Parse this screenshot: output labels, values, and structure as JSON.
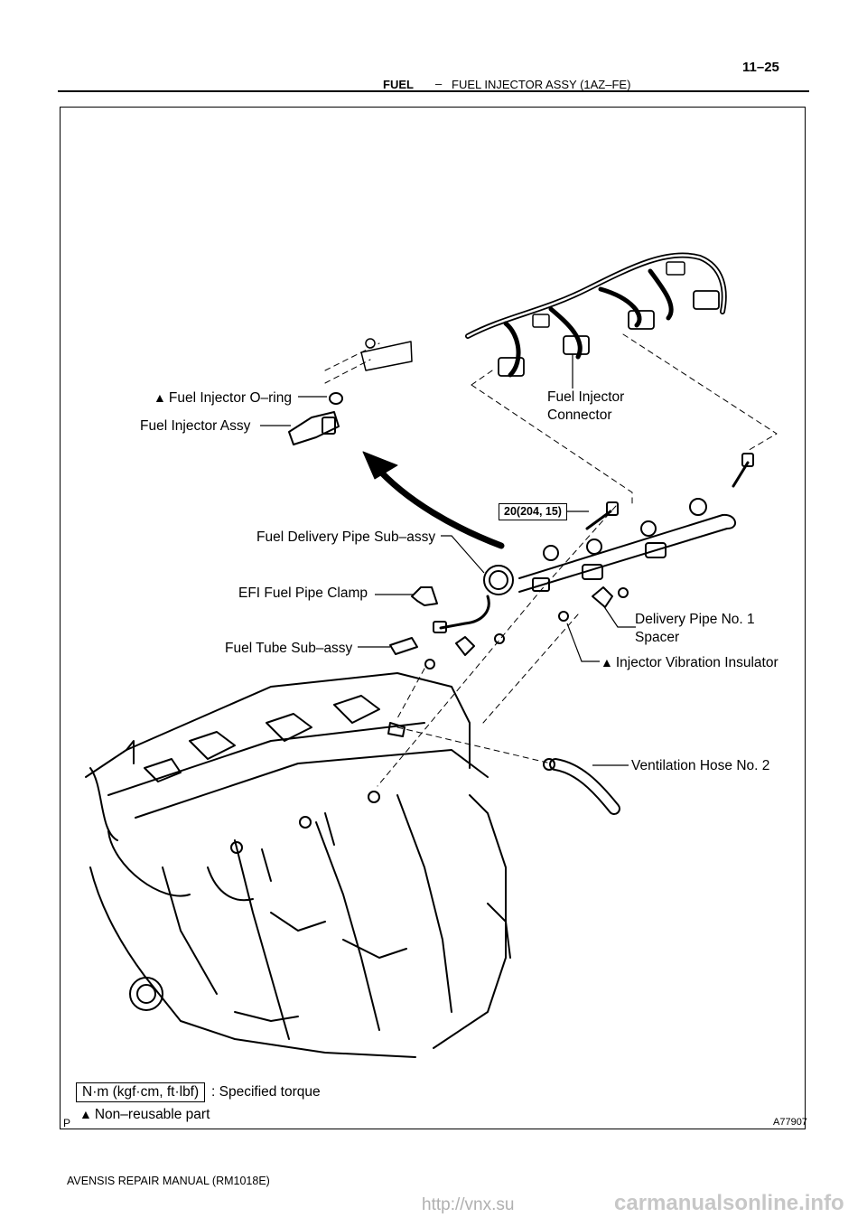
{
  "header": {
    "section": "FUEL",
    "separator": "–",
    "title": "FUEL INJECTOR ASSY (1AZ–FE)",
    "page_number": "11–25"
  },
  "figure": {
    "code": "A77907",
    "corner_mark": "P",
    "labels": {
      "o_ring_icon": "triangle-icon",
      "o_ring": "Fuel Injector O–ring",
      "injector_assy": "Fuel Injector Assy",
      "injector_connector_line1": "Fuel Injector",
      "injector_connector_line2": "Connector",
      "torque": "20(204, 15)",
      "delivery_pipe": "Fuel Delivery Pipe Sub–assy",
      "pipe_clamp": "EFI Fuel Pipe Clamp",
      "spacer_line1": "Delivery Pipe No. 1",
      "spacer_line2": "Spacer",
      "fuel_tube": "Fuel Tube Sub–assy",
      "vibration_insulator": "Injector Vibration Insulator",
      "ventilation_hose": "Ventilation Hose No. 2"
    },
    "legend": {
      "torque_unit": "N·m (kgf·cm, ft·lbf)",
      "torque_desc": ": Specified torque",
      "nonreusable_desc": "Non–reusable part"
    }
  },
  "footer": {
    "manual": "AVENSIS REPAIR MANUAL   (RM1018E)"
  },
  "watermarks": {
    "url": "http://vnx.su",
    "site": "carmanualsonline.info"
  }
}
